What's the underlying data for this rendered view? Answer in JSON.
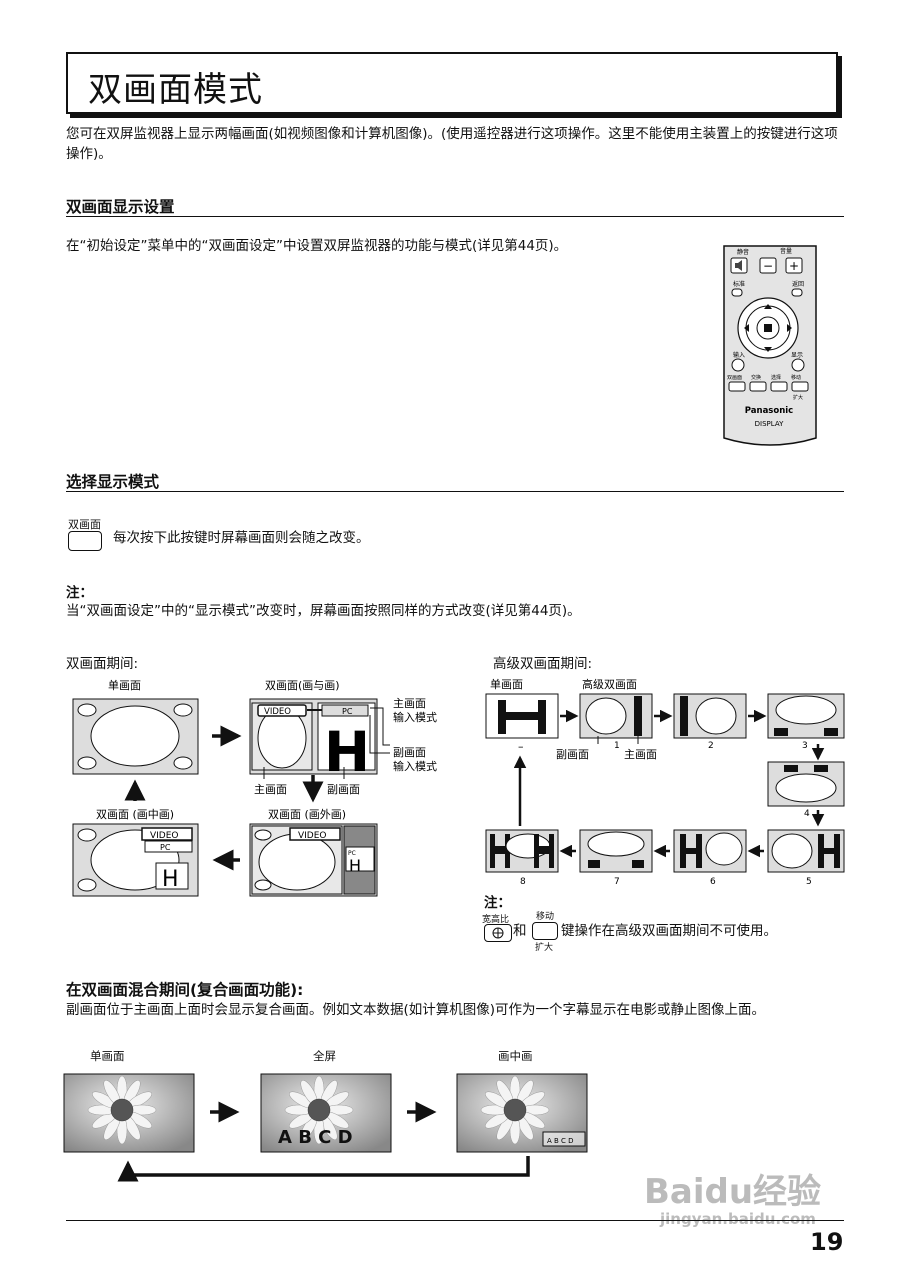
{
  "page": {
    "title": "双画面模式",
    "intro": "您可在双屏监视器上显示两幅画面(如视频图像和计算机图像)。(使用遥控器进行这项操作。这里不能使用主装置上的按键进行这项操作)。",
    "page_number": "19"
  },
  "section1": {
    "heading": "双画面显示设置",
    "text": "在“初始设定”菜单中的“双画面设定”中设置双屏监视器的功能与模式(详见第44页)。"
  },
  "remote": {
    "mute": "静音",
    "volume": "音量",
    "minus": "−",
    "plus": "+",
    "normal": "标准",
    "return": "返回",
    "input": "输入",
    "display_btn": "显示",
    "btn_dual": "双画面",
    "btn_swap": "交换",
    "btn_select": "选择",
    "btn_move": "移动",
    "btn_zoom": "扩大",
    "brand": "Panasonic",
    "model": "DISPLAY"
  },
  "section2": {
    "heading": "选择显示模式",
    "key_label": "双画面",
    "key_desc": "每次按下此按键时屏幕画面则会随之改变。",
    "note_label": "注：",
    "note_text": "当“双画面设定”中的“显示模式”改变时，屏幕画面按照同样的方式改变(详见第44页)。"
  },
  "dual": {
    "heading": "双画面期间:",
    "single": "单画面",
    "side_by_side": "双画面(画与画)",
    "main_input_1": "主画面",
    "main_input_2": "输入模式",
    "sub_input_1": "副画面",
    "sub_input_2": "输入模式",
    "main": "主画面",
    "sub": "副画面",
    "pip": "双画面 (画中画)",
    "pop": "双画面 (画外画)",
    "video": "VIDEO",
    "pc": "PC",
    "h": "H"
  },
  "advanced": {
    "heading": "高级双画面期间:",
    "single": "单画面",
    "adv": "高级双画面",
    "sub": "副画面",
    "main": "主画面",
    "dash": "–",
    "n1": "1",
    "n2": "2",
    "n3": "3",
    "n4": "4",
    "n5": "5",
    "n6": "6",
    "n7": "7",
    "n8": "8",
    "note_label": "注：",
    "aspect": "宽高比",
    "move": "移动",
    "and": "和",
    "zoom": "扩大",
    "note_text": "键操作在高级双画面期间不可使用。"
  },
  "mix": {
    "heading": "在双画面混合期间(复合画面功能):",
    "text": "副画面位于主画面上面时会显示复合画面。例如文本数据(如计算机图像)可作为一个字幕显示在电影或静止图像上面。",
    "single": "单画面",
    "full": "全屏",
    "pip": "画中画",
    "caption_big": "A B C D",
    "caption_small": "A B C D"
  },
  "watermark": {
    "brand": "Baidu经验",
    "url": "jingyan.baidu.com"
  }
}
